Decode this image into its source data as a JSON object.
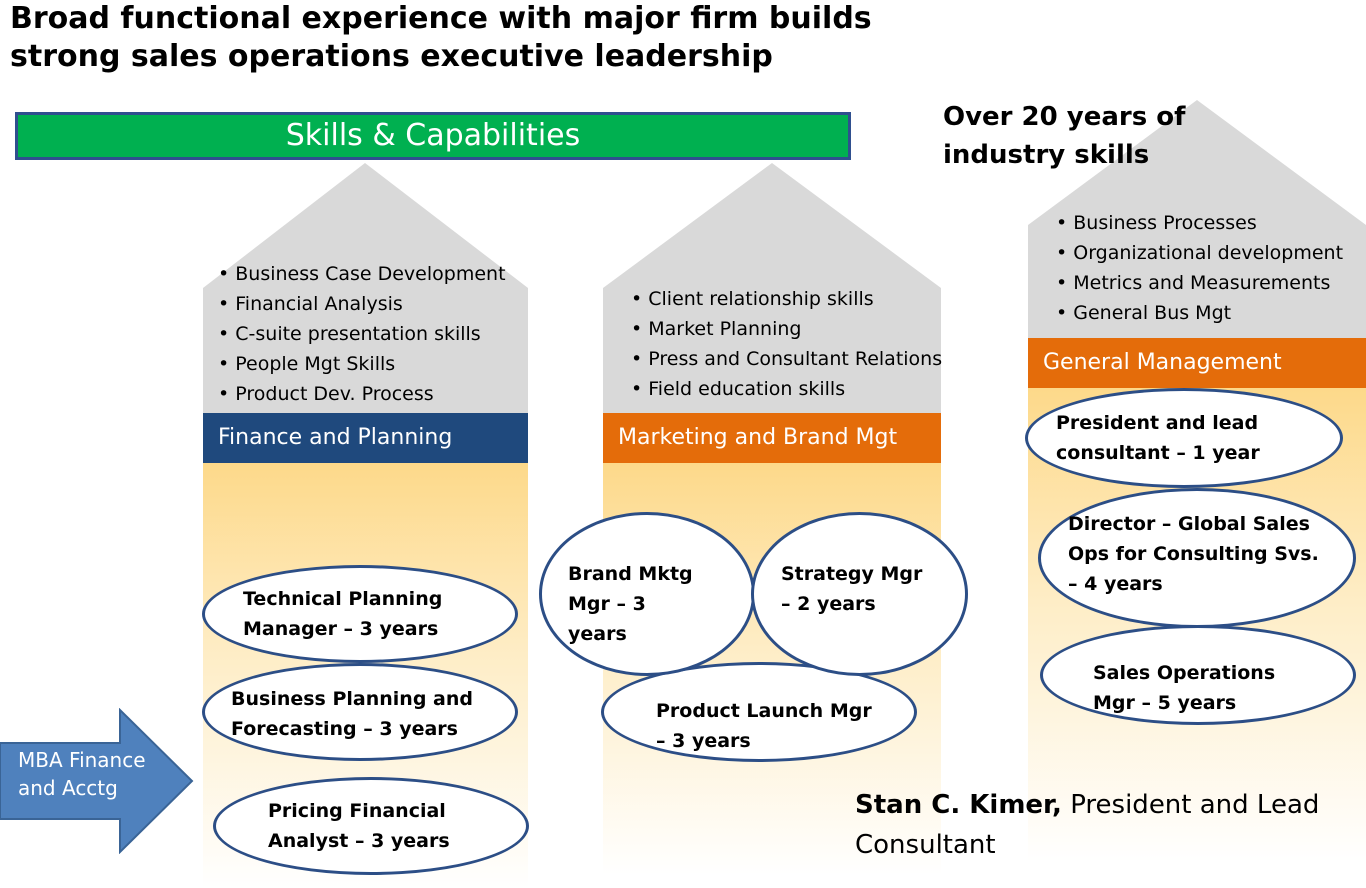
{
  "title_line1": "Broad functional experience with major firm builds",
  "title_line2": "strong sales operations executive leadership",
  "skills_bar": "Skills & Capabilities",
  "experience_heading_line1": "Over 20 years of",
  "experience_heading_line2": "industry skills",
  "colors": {
    "skills_bar": "#00b050",
    "finance_band": "#1f497d",
    "orange_band": "#e46c0a",
    "roof": "#d9d9d9",
    "oval_border": "#2c4e86",
    "arrow": "#4f81bd"
  },
  "columns": {
    "finance": {
      "band": "Finance and Planning",
      "bullets": [
        "Business Case Development",
        "Financial Analysis",
        "C-suite presentation skills",
        "People Mgt Skills",
        "Product Dev. Process"
      ],
      "roles": [
        "Technical Planning\nManager – 3 years",
        "Business Planning  and\nForecasting – 3 years",
        "Pricing Financial\nAnalyst  – 3 years"
      ]
    },
    "marketing": {
      "band": "Marketing and Brand Mgt",
      "bullets": [
        "Client relationship skills",
        "Market Planning",
        "Press and Consultant Relations",
        "Field education skills"
      ],
      "roles": [
        "Brand Mktg\nMgr – 3\nyears",
        "Strategy Mgr\n– 2 years",
        "Product Launch Mgr\n– 3 years"
      ]
    },
    "general": {
      "band": "General Management",
      "bullets": [
        "Business Processes",
        "Organizational development",
        "Metrics and Measurements",
        "General Bus Mgt"
      ],
      "roles": [
        "President and lead\nconsultant – 1 year",
        "Director – Global Sales\nOps for  Consulting Svs.\n– 4 years",
        "Sales Operations\nMgr – 5 years"
      ]
    }
  },
  "mba_arrow": "MBA Finance\nand  Acctg",
  "signature": {
    "name": "Stan C. Kimer,",
    "role_line1": "President and Lead",
    "role_line2": "Consultant"
  }
}
